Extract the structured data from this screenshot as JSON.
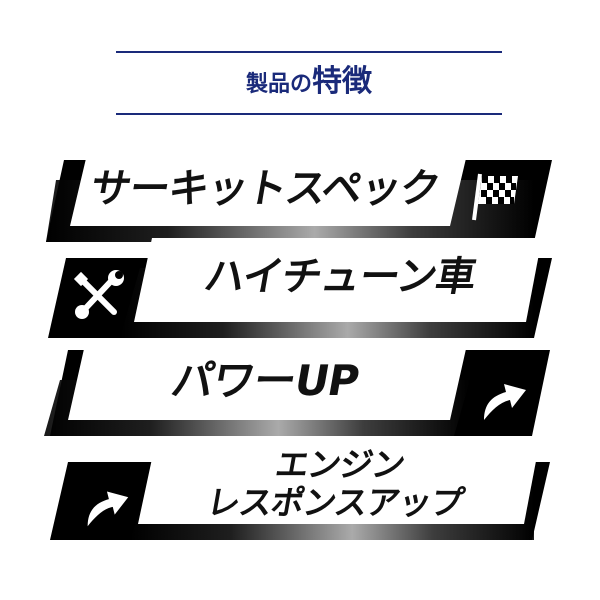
{
  "header": {
    "title_part1": "製品の",
    "title_part2": "特徴"
  },
  "features": [
    {
      "label": "サーキットスペック",
      "icon": "checkered-flag-icon"
    },
    {
      "label": "ハイチューン車",
      "icon": "wrench-screwdriver-icon"
    },
    {
      "label": "パワーUP",
      "icon": "up-arrow-icon"
    },
    {
      "label_line1": "エンジン",
      "label_line2": "レスポンスアップ",
      "icon": "up-arrow-icon"
    }
  ],
  "colors": {
    "accent_line": "#1a2a7a",
    "banner_dark": "#000000",
    "banner_light": "#ffffff",
    "text": "#111111"
  }
}
